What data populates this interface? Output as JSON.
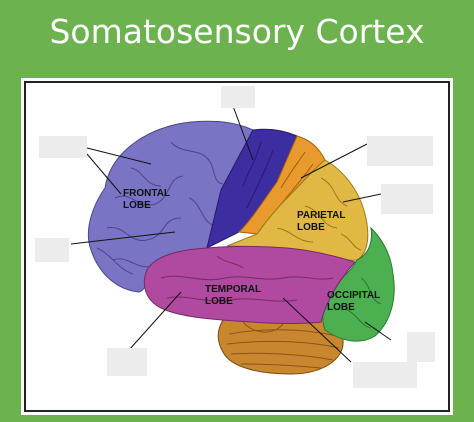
{
  "title": "Somatosensory Cortex",
  "lobes": {
    "frontal": [
      "FRONTAL",
      "LOBE"
    ],
    "parietal": [
      "PARIETAL",
      "LOBE"
    ],
    "temporal": [
      "TEMPORAL",
      "LOBE"
    ],
    "occipital": [
      "OCCIPITAL",
      "LOBE"
    ]
  },
  "colors": {
    "background": "#6cb34f",
    "frontal": "#7a74c4",
    "motor_cortex": "#3c2ea0",
    "somatosensory_cortex": "#e89a2c",
    "parietal": "#e2b845",
    "temporal": "#b04aa0",
    "occipital": "#4caf50",
    "cerebellum": "#c8862e"
  }
}
